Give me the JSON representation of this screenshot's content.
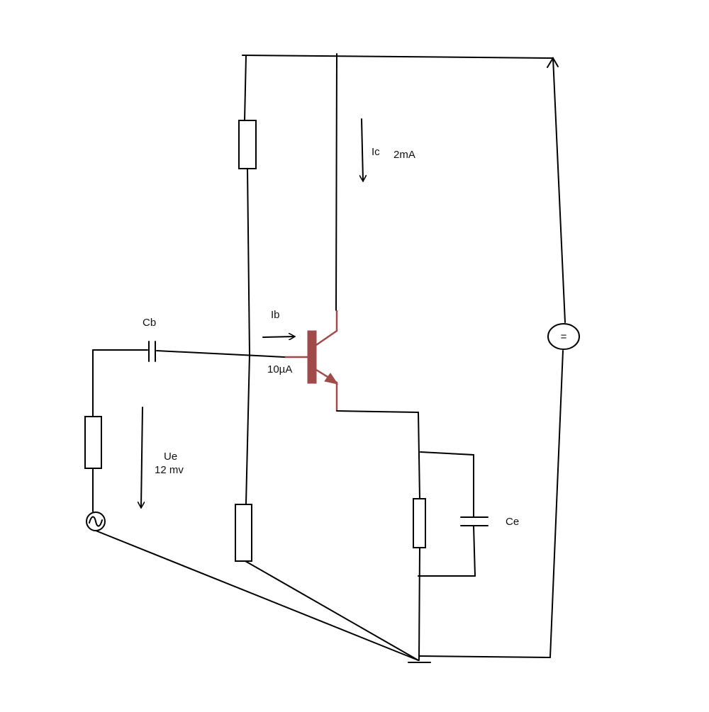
{
  "diagram": {
    "labels": {
      "ic": "Ic",
      "ic_value": "2mA",
      "ib": "Ib",
      "ib_value": "10µA",
      "cb": "Cb",
      "ue": "Ue",
      "ue_value": "12 mv",
      "ce": "Ce",
      "dc_source_symbol": "="
    },
    "colors": {
      "wire": "#000000",
      "transistor": "#a04a4a"
    },
    "icons": {
      "ac_source": "sine-wave-icon",
      "dc_source": "dc-source-icon",
      "ground": "ground-icon"
    }
  }
}
